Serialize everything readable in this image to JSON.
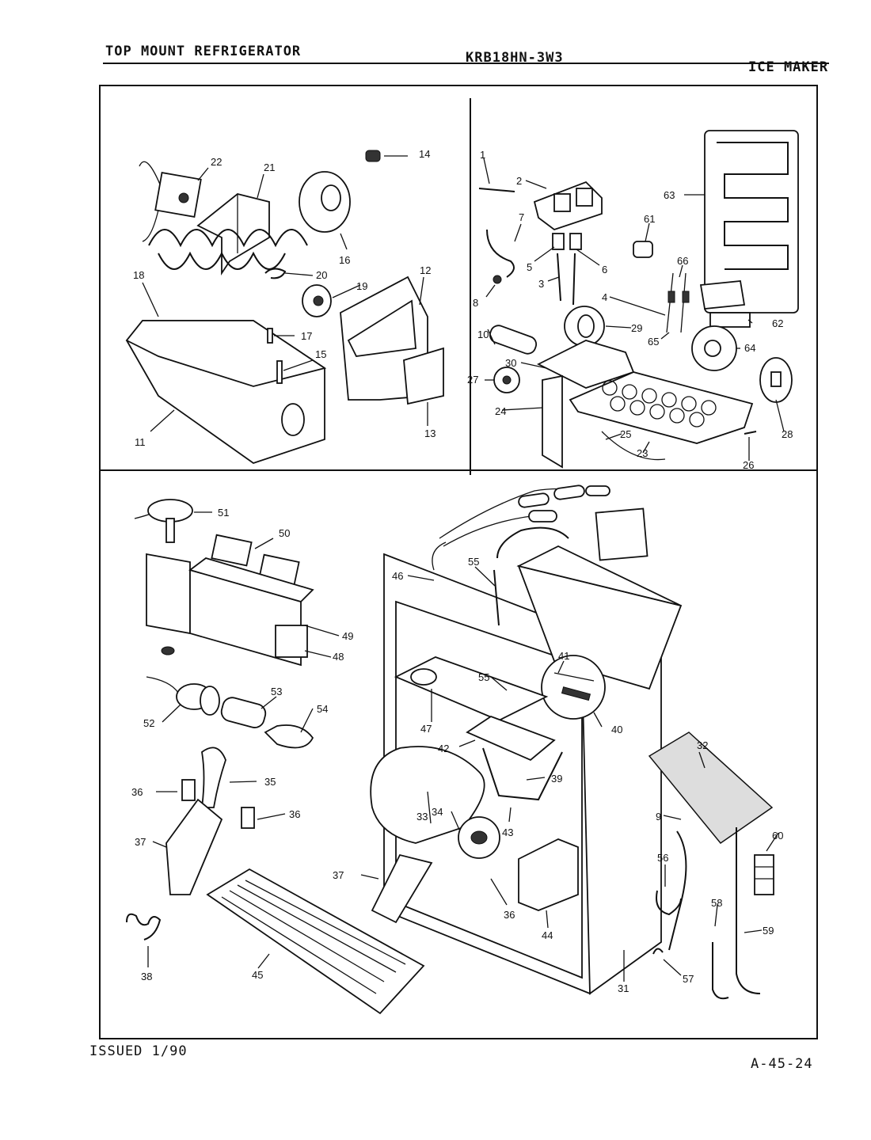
{
  "header": {
    "left": "TOP MOUNT REFRIGERATOR",
    "center": "KRB18HN-3W3",
    "right": "ICE MAKER"
  },
  "footer": {
    "left": "ISSUED 1/90",
    "right": "A-45-24"
  },
  "callouts": {
    "tl": [
      "22",
      "21",
      "14",
      "16",
      "18",
      "20",
      "19",
      "12",
      "17",
      "15",
      "11",
      "13"
    ],
    "tr": [
      "1",
      "2",
      "63",
      "61",
      "7",
      "5",
      "6",
      "66",
      "3",
      "8",
      "4",
      "29",
      "62",
      "10",
      "65",
      "64",
      "30",
      "27",
      "28",
      "24",
      "25",
      "23",
      "26"
    ],
    "bottom": [
      "51",
      "50",
      "46",
      "55",
      "49",
      "48",
      "41",
      "55",
      "53",
      "52",
      "54",
      "47",
      "40",
      "32",
      "42",
      "39",
      "35",
      "36",
      "36",
      "33",
      "34",
      "43",
      "9",
      "60",
      "37",
      "56",
      "37",
      "36",
      "58",
      "44",
      "59",
      "57",
      "38",
      "45",
      "31"
    ]
  }
}
